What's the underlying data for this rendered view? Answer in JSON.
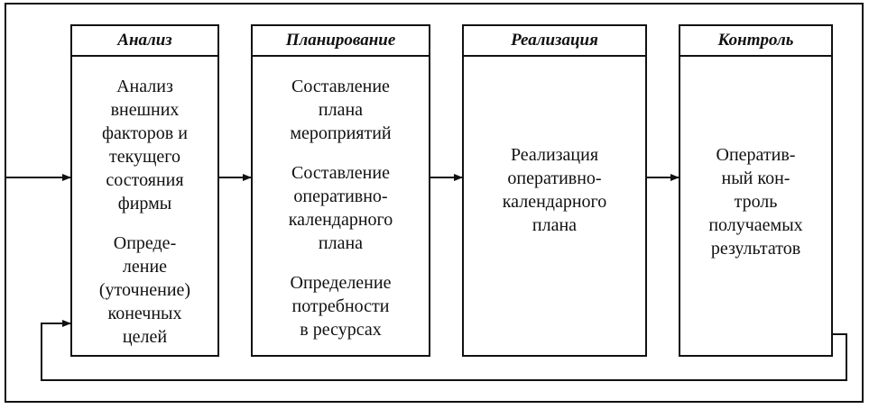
{
  "stages": [
    {
      "title": "Анализ",
      "tasks": [
        "Анализ\nвнешних\nфакторов и\nтекущего\nсостояния\nфирмы",
        "Опреде-\nление\n(уточнение)\nконечных\nцелей"
      ]
    },
    {
      "title": "Планирование",
      "tasks": [
        "Составление\nплана\nмероприятий",
        "Составление\nоперативно-\nкалендарного\nплана",
        "Определение\nпотребности\nв ресурсах"
      ]
    },
    {
      "title": "Реализация",
      "tasks": [
        "Реализация\nоперативно-\nкалендарного\nплана"
      ]
    },
    {
      "title": "Контроль",
      "tasks": [
        "Оператив-\nный кон-\nтроль\nполучаемых\nрезультатов"
      ]
    }
  ],
  "colors": {
    "line": "#111111",
    "background": "#ffffff"
  }
}
